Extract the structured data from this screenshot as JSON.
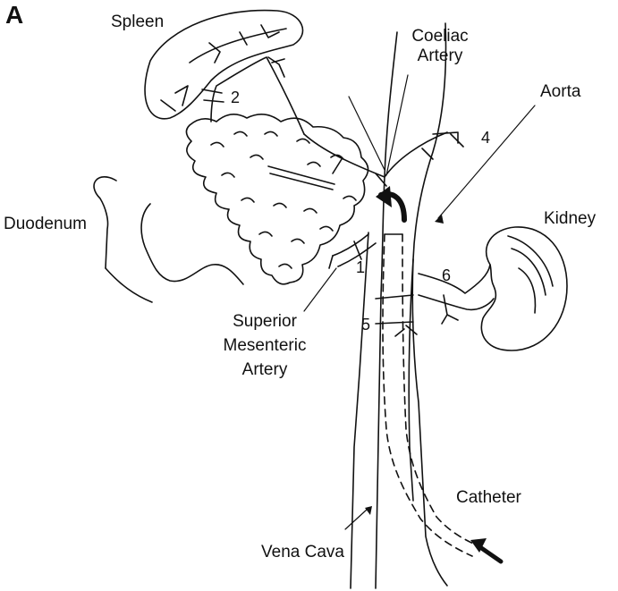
{
  "figure": {
    "panel_letter": "A",
    "colors": {
      "ink": "#111111",
      "background": "#ffffff"
    },
    "labels": {
      "spleen": "Spleen",
      "coeliac_artery": [
        "Coeliac",
        "Artery"
      ],
      "aorta": "Aorta",
      "duodenum": "Duodenum",
      "kidney": "Kidney",
      "superior_mesenteric_artery": [
        "Superior",
        "Mesenteric",
        "Artery"
      ],
      "catheter": "Catheter",
      "vena_cava": "Vena Cava"
    },
    "sampling_sites": [
      "1",
      "2",
      "4",
      "5",
      "6"
    ]
  }
}
